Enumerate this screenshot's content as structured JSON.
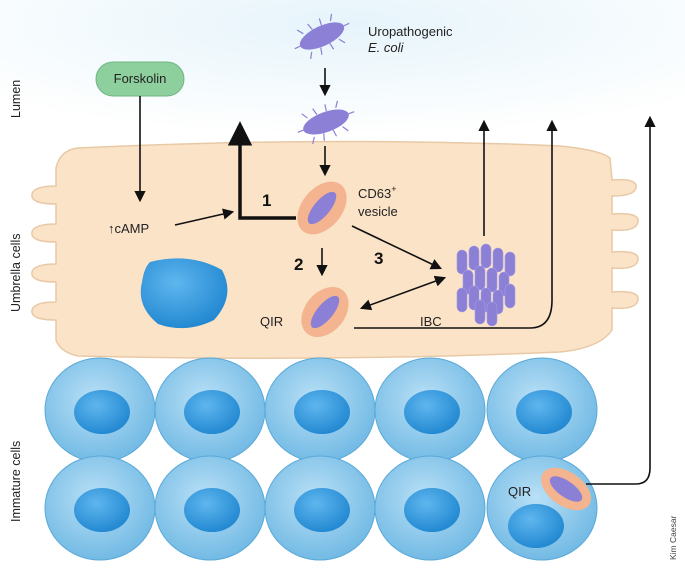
{
  "regions": {
    "lumen": "Lumen",
    "umbrella": "Umbrella cells",
    "immature": "Immature cells"
  },
  "labels": {
    "bacteria_line1": "Uropathogenic",
    "bacteria_line2": "E. coli",
    "forskolin": "Forskolin",
    "camp": "↑cAMP",
    "cd63_line1": "CD63",
    "cd63_sup": "+",
    "cd63_line2": "vesicle",
    "qir_top": "QIR",
    "ibc": "IBC",
    "qir_bottom": "QIR",
    "path1": "1",
    "path2": "2",
    "path3": "3"
  },
  "credit": "Kim Caesar",
  "colors": {
    "umbrella_fill": "#fbe3c8",
    "immature_fill": "#8fcbed",
    "nucleus_fill": "#2f9be0",
    "vesicle_ring": "#f3b48f",
    "bacterium": "#8b7fd6",
    "forskolin_fill": "#8ecf9e"
  }
}
